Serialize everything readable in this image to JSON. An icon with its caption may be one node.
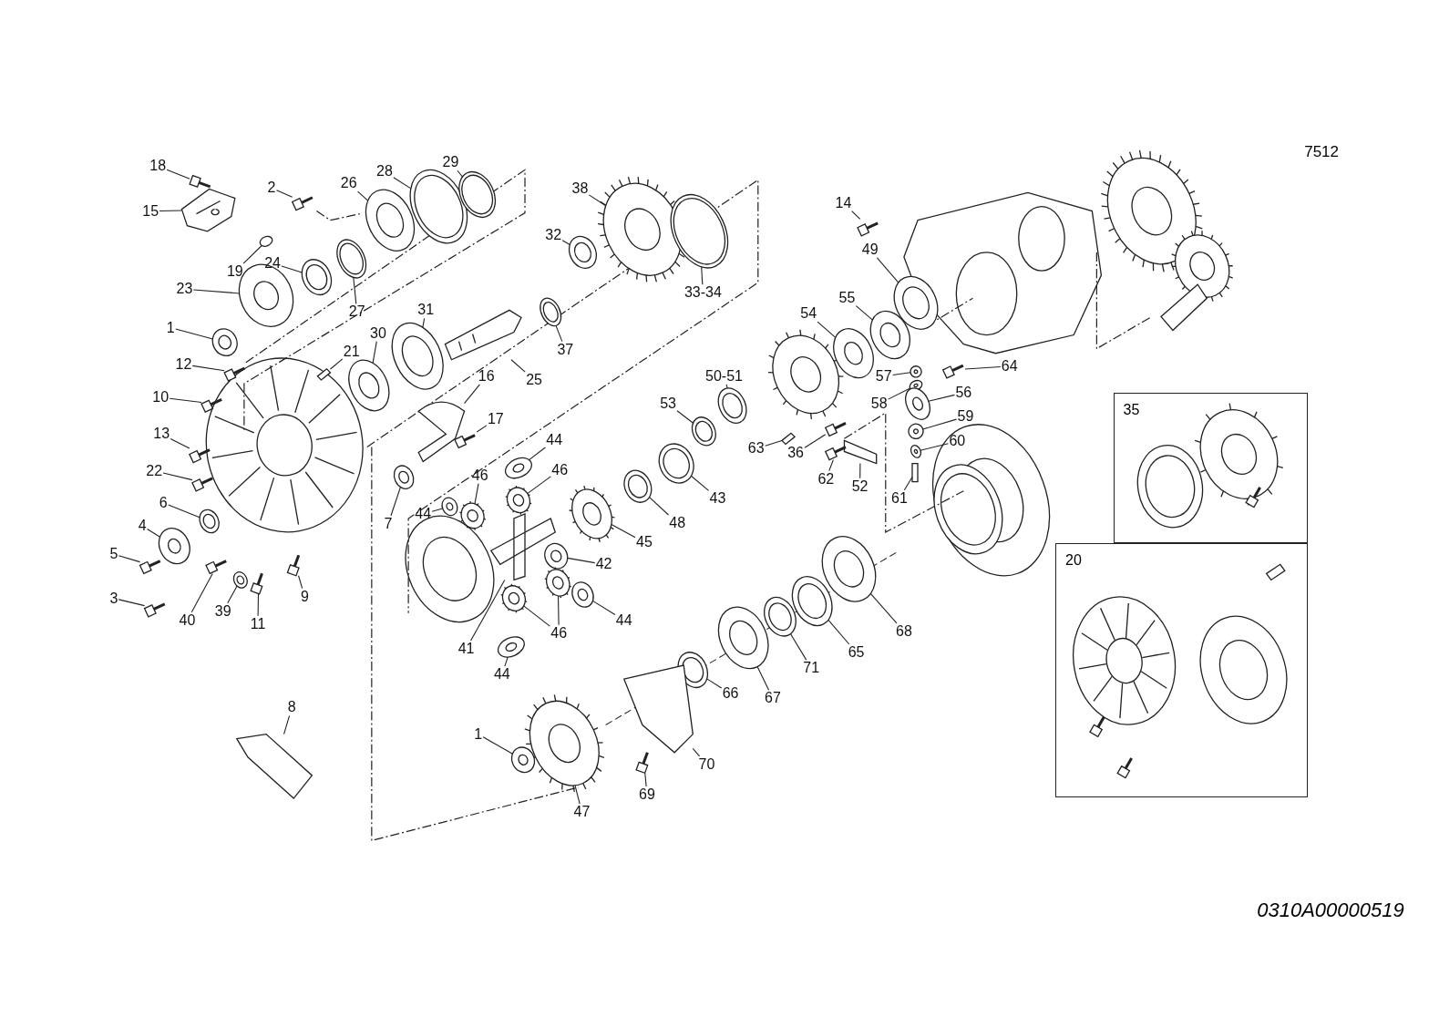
{
  "diagram": {
    "nodes": [
      {
        "text": [
          "18"
        ]
      },
      {
        "text": [
          "15"
        ]
      },
      {
        "text": [
          "2"
        ]
      },
      {
        "text": [
          "26"
        ]
      },
      {
        "text": [
          "28"
        ]
      },
      {
        "text": [
          "29"
        ]
      },
      {
        "text": [
          "19"
        ]
      },
      {
        "text": [
          "24"
        ]
      },
      {
        "text": [
          "23"
        ]
      },
      {
        "text": [
          "27"
        ]
      },
      {
        "text": [
          "1"
        ]
      },
      {
        "text": [
          "38"
        ]
      },
      {
        "text": [
          "32"
        ]
      },
      {
        "text": [
          "33-34"
        ]
      },
      {
        "text": [
          "37"
        ]
      },
      {
        "text": [
          "31"
        ]
      },
      {
        "text": [
          "30"
        ]
      },
      {
        "text": [
          "25"
        ]
      },
      {
        "text": [
          "21"
        ]
      },
      {
        "text": [
          "12"
        ]
      },
      {
        "text": [
          "10"
        ]
      },
      {
        "text": [
          "16"
        ]
      },
      {
        "text": [
          "17"
        ]
      },
      {
        "text": [
          "13"
        ]
      },
      {
        "text": [
          "22"
        ]
      },
      {
        "text": [
          "6"
        ]
      },
      {
        "text": [
          "4"
        ]
      },
      {
        "text": [
          "5"
        ]
      },
      {
        "text": [
          "3"
        ]
      },
      {
        "text": [
          "40"
        ]
      },
      {
        "text": [
          "39"
        ]
      },
      {
        "text": [
          "11"
        ]
      },
      {
        "text": [
          "9"
        ]
      },
      {
        "text": [
          "7"
        ]
      },
      {
        "text": [
          "14"
        ]
      },
      {
        "text": [
          "49"
        ]
      },
      {
        "text": [
          "55"
        ]
      },
      {
        "text": [
          "54"
        ]
      },
      {
        "text": [
          "64"
        ]
      },
      {
        "text": [
          "57"
        ]
      },
      {
        "text": [
          "58"
        ]
      },
      {
        "text": [
          "56"
        ]
      },
      {
        "text": [
          "59"
        ]
      },
      {
        "text": [
          "60"
        ]
      },
      {
        "text": [
          "61"
        ]
      },
      {
        "text": [
          "52"
        ]
      },
      {
        "text": [
          "62"
        ]
      },
      {
        "text": [
          "36"
        ]
      },
      {
        "text": [
          "63"
        ]
      },
      {
        "text": [
          "50-51"
        ]
      },
      {
        "text": [
          "53"
        ]
      },
      {
        "text": [
          "43"
        ]
      },
      {
        "text": [
          "48"
        ]
      },
      {
        "text": [
          "45"
        ]
      },
      {
        "text": [
          "42"
        ]
      },
      {
        "text": [
          "44"
        ]
      },
      {
        "text": [
          "46"
        ]
      },
      {
        "text": [
          "46"
        ]
      },
      {
        "text": [
          "44"
        ]
      },
      {
        "text": [
          "41"
        ]
      },
      {
        "text": [
          "44"
        ]
      },
      {
        "text": [
          "46"
        ]
      },
      {
        "text": [
          "44"
        ]
      },
      {
        "text": [
          "68"
        ]
      },
      {
        "text": [
          "65"
        ]
      },
      {
        "text": [
          "71"
        ]
      },
      {
        "text": [
          "67"
        ]
      },
      {
        "text": [
          "66"
        ]
      },
      {
        "text": [
          "70"
        ]
      },
      {
        "text": [
          "69"
        ]
      },
      {
        "text": [
          "47"
        ]
      },
      {
        "text": [
          "1"
        ]
      },
      {
        "text": [
          "8"
        ]
      },
      {
        "text": [
          "35"
        ]
      },
      {
        "text": [
          "20"
        ]
      },
      {
        "text": [],
        "shape": "bolt"
      },
      {
        "text": [],
        "shape": "box"
      },
      {
        "text": [],
        "shape": "bolt"
      },
      {
        "text": [],
        "shape": "ring"
      },
      {
        "text": [],
        "shape": "ring"
      },
      {
        "text": [],
        "shape": "ring"
      },
      {
        "text": [],
        "shape": "ring"
      },
      {
        "text": [],
        "shape": "ring"
      },
      {
        "text": [],
        "shape": "ring"
      },
      {
        "text": [],
        "shape": "ring"
      },
      {
        "text": [],
        "shape": "ring"
      },
      {
        "text": [],
        "shape": "gear"
      },
      {
        "text": [],
        "shape": "ring"
      },
      {
        "text": [],
        "shape": "ring"
      },
      {
        "text": [],
        "shape": "ring"
      },
      {
        "text": [],
        "shape": "ring"
      },
      {
        "text": [],
        "shape": "ring"
      },
      {
        "text": [],
        "shape": "shaft"
      },
      {
        "text": [],
        "shape": "pin"
      },
      {
        "text": [],
        "shape": "bolt"
      },
      {
        "text": [],
        "shape": "bolt"
      },
      {
        "text": [],
        "shape": "fork"
      },
      {
        "text": [],
        "shape": "bolt"
      },
      {
        "text": [],
        "shape": "bolt"
      },
      {
        "text": [],
        "shape": "bolt"
      },
      {
        "text": [],
        "shape": "ring"
      },
      {
        "text": [],
        "shape": "ring"
      },
      {
        "text": [],
        "shape": "bolt"
      },
      {
        "text": [],
        "shape": "bolt"
      },
      {
        "text": [],
        "shape": "bolt"
      },
      {
        "text": [],
        "shape": "ring"
      },
      {
        "text": [],
        "shape": "bolt"
      },
      {
        "text": [],
        "shape": "bolt"
      },
      {
        "text": [],
        "shape": "ring"
      },
      {
        "text": [],
        "shape": "bolt"
      },
      {
        "text": [],
        "shape": "ring"
      },
      {
        "text": [],
        "shape": "ring"
      },
      {
        "text": [],
        "shape": "ring"
      },
      {
        "text": [],
        "shape": "bolt"
      },
      {
        "text": [],
        "shape": "ring"
      },
      {
        "text": [],
        "shape": "ring"
      },
      {
        "text": [],
        "shape": "ring"
      },
      {
        "text": [],
        "shape": "ring"
      },
      {
        "text": [],
        "shape": "ring"
      },
      {
        "text": [],
        "shape": "pin"
      },
      {
        "text": [],
        "shape": "plate"
      },
      {
        "text": [],
        "shape": "bolt"
      },
      {
        "text": [],
        "shape": "bolt"
      },
      {
        "text": [],
        "shape": "pin"
      },
      {
        "text": [],
        "shape": "ring"
      },
      {
        "text": [],
        "shape": "ring"
      },
      {
        "text": [],
        "shape": "ring"
      },
      {
        "text": [],
        "shape": "ring"
      },
      {
        "text": [],
        "shape": "gear"
      },
      {
        "text": [],
        "shape": "ring"
      },
      {
        "text": [],
        "shape": "ring"
      },
      {
        "text": [],
        "shape": "gear"
      },
      {
        "text": [],
        "shape": "gear"
      },
      {
        "text": [],
        "shape": "ring"
      },
      {
        "text": [],
        "shape": "cross"
      },
      {
        "text": [],
        "shape": "ring"
      },
      {
        "text": [],
        "shape": "gear"
      },
      {
        "text": [],
        "shape": "gear"
      },
      {
        "text": [],
        "shape": "ring"
      },
      {
        "text": [],
        "shape": "ring"
      },
      {
        "text": [],
        "shape": "ring"
      },
      {
        "text": [],
        "shape": "ring"
      },
      {
        "text": [],
        "shape": "ring"
      },
      {
        "text": [],
        "shape": "ring"
      },
      {
        "text": [],
        "shape": "plate"
      },
      {
        "text": [],
        "shape": "bolt"
      },
      {
        "text": [],
        "shape": "gear"
      },
      {
        "text": [],
        "shape": "ring"
      },
      {
        "text": [],
        "shape": "tube"
      }
    ],
    "edges": [
      {
        "from": 0,
        "to": 75,
        "arrow": "none"
      },
      {
        "from": 1,
        "to": 76,
        "arrow": "none"
      },
      {
        "from": 2,
        "to": 77,
        "arrow": "none"
      },
      {
        "from": 3,
        "to": 78,
        "arrow": "none"
      },
      {
        "from": 4,
        "to": 79,
        "arrow": "none"
      },
      {
        "from": 5,
        "to": 80,
        "arrow": "none"
      },
      {
        "from": 6,
        "to": 81,
        "arrow": "none"
      },
      {
        "from": 7,
        "to": 82,
        "arrow": "none"
      },
      {
        "from": 8,
        "to": 83,
        "arrow": "none"
      },
      {
        "from": 9,
        "to": 84,
        "arrow": "none"
      },
      {
        "from": 10,
        "to": 85,
        "arrow": "none"
      },
      {
        "from": 11,
        "to": 86,
        "arrow": "none"
      },
      {
        "from": 12,
        "to": 87,
        "arrow": "none"
      },
      {
        "from": 13,
        "to": 88,
        "arrow": "none"
      },
      {
        "from": 14,
        "to": 89,
        "arrow": "none"
      },
      {
        "from": 15,
        "to": 90,
        "arrow": "none"
      },
      {
        "from": 16,
        "to": 91,
        "arrow": "none"
      },
      {
        "from": 17,
        "to": 92,
        "arrow": "none"
      },
      {
        "from": 18,
        "to": 93,
        "arrow": "none"
      },
      {
        "from": 19,
        "to": 94,
        "arrow": "none"
      },
      {
        "from": 20,
        "to": 95,
        "arrow": "none"
      },
      {
        "from": 21,
        "to": 96,
        "arrow": "none"
      },
      {
        "from": 22,
        "to": 97,
        "arrow": "none"
      },
      {
        "from": 23,
        "to": 98,
        "arrow": "none"
      },
      {
        "from": 24,
        "to": 99,
        "arrow": "none"
      },
      {
        "from": 25,
        "to": 100,
        "arrow": "none"
      },
      {
        "from": 26,
        "to": 101,
        "arrow": "none"
      },
      {
        "from": 27,
        "to": 102,
        "arrow": "none"
      },
      {
        "from": 28,
        "to": 103,
        "arrow": "none"
      },
      {
        "from": 29,
        "to": 104,
        "arrow": "none"
      },
      {
        "from": 30,
        "to": 105,
        "arrow": "none"
      },
      {
        "from": 31,
        "to": 106,
        "arrow": "none"
      },
      {
        "from": 32,
        "to": 107,
        "arrow": "none"
      },
      {
        "from": 33,
        "to": 108,
        "arrow": "none"
      },
      {
        "from": 34,
        "to": 109,
        "arrow": "none"
      },
      {
        "from": 35,
        "to": 110,
        "arrow": "none"
      },
      {
        "from": 36,
        "to": 111,
        "arrow": "none"
      },
      {
        "from": 37,
        "to": 112,
        "arrow": "none"
      },
      {
        "from": 38,
        "to": 113,
        "arrow": "none"
      },
      {
        "from": 39,
        "to": 114,
        "arrow": "none"
      },
      {
        "from": 40,
        "to": 115,
        "arrow": "none"
      },
      {
        "from": 41,
        "to": 116,
        "arrow": "none"
      },
      {
        "from": 42,
        "to": 117,
        "arrow": "none"
      },
      {
        "from": 43,
        "to": 118,
        "arrow": "none"
      },
      {
        "from": 44,
        "to": 119,
        "arrow": "none"
      },
      {
        "from": 45,
        "to": 120,
        "arrow": "none"
      },
      {
        "from": 46,
        "to": 121,
        "arrow": "none"
      },
      {
        "from": 47,
        "to": 122,
        "arrow": "none"
      },
      {
        "from": 48,
        "to": 123,
        "arrow": "none"
      },
      {
        "from": 49,
        "to": 124,
        "arrow": "none"
      },
      {
        "from": 50,
        "to": 125,
        "arrow": "none"
      },
      {
        "from": 51,
        "to": 126,
        "arrow": "none"
      },
      {
        "from": 52,
        "to": 127,
        "arrow": "none"
      },
      {
        "from": 53,
        "to": 128,
        "arrow": "none"
      },
      {
        "from": 54,
        "to": 129,
        "arrow": "none"
      },
      {
        "from": 55,
        "to": 130,
        "arrow": "none"
      },
      {
        "from": 56,
        "to": 131,
        "arrow": "none"
      },
      {
        "from": 57,
        "to": 132,
        "arrow": "none"
      },
      {
        "from": 58,
        "to": 133,
        "arrow": "none"
      },
      {
        "from": 59,
        "to": 134,
        "arrow": "none"
      },
      {
        "from": 60,
        "to": 135,
        "arrow": "none"
      },
      {
        "from": 61,
        "to": 136,
        "arrow": "none"
      },
      {
        "from": 61,
        "to": 137,
        "arrow": "none"
      },
      {
        "from": 62,
        "to": 138,
        "arrow": "none"
      },
      {
        "from": 63,
        "to": 139,
        "arrow": "none"
      },
      {
        "from": 64,
        "to": 140,
        "arrow": "none"
      },
      {
        "from": 65,
        "to": 141,
        "arrow": "none"
      },
      {
        "from": 66,
        "to": 142,
        "arrow": "none"
      },
      {
        "from": 67,
        "to": 143,
        "arrow": "none"
      },
      {
        "from": 68,
        "to": 144,
        "arrow": "none"
      },
      {
        "from": 69,
        "to": 145,
        "arrow": "none"
      },
      {
        "from": 70,
        "to": 146,
        "arrow": "none"
      },
      {
        "from": 71,
        "to": 147,
        "arrow": "none"
      },
      {
        "from": 72,
        "to": 148,
        "arrow": "none"
      }
    ],
    "labels": [
      "7512",
      "0310A00000519"
    ]
  }
}
